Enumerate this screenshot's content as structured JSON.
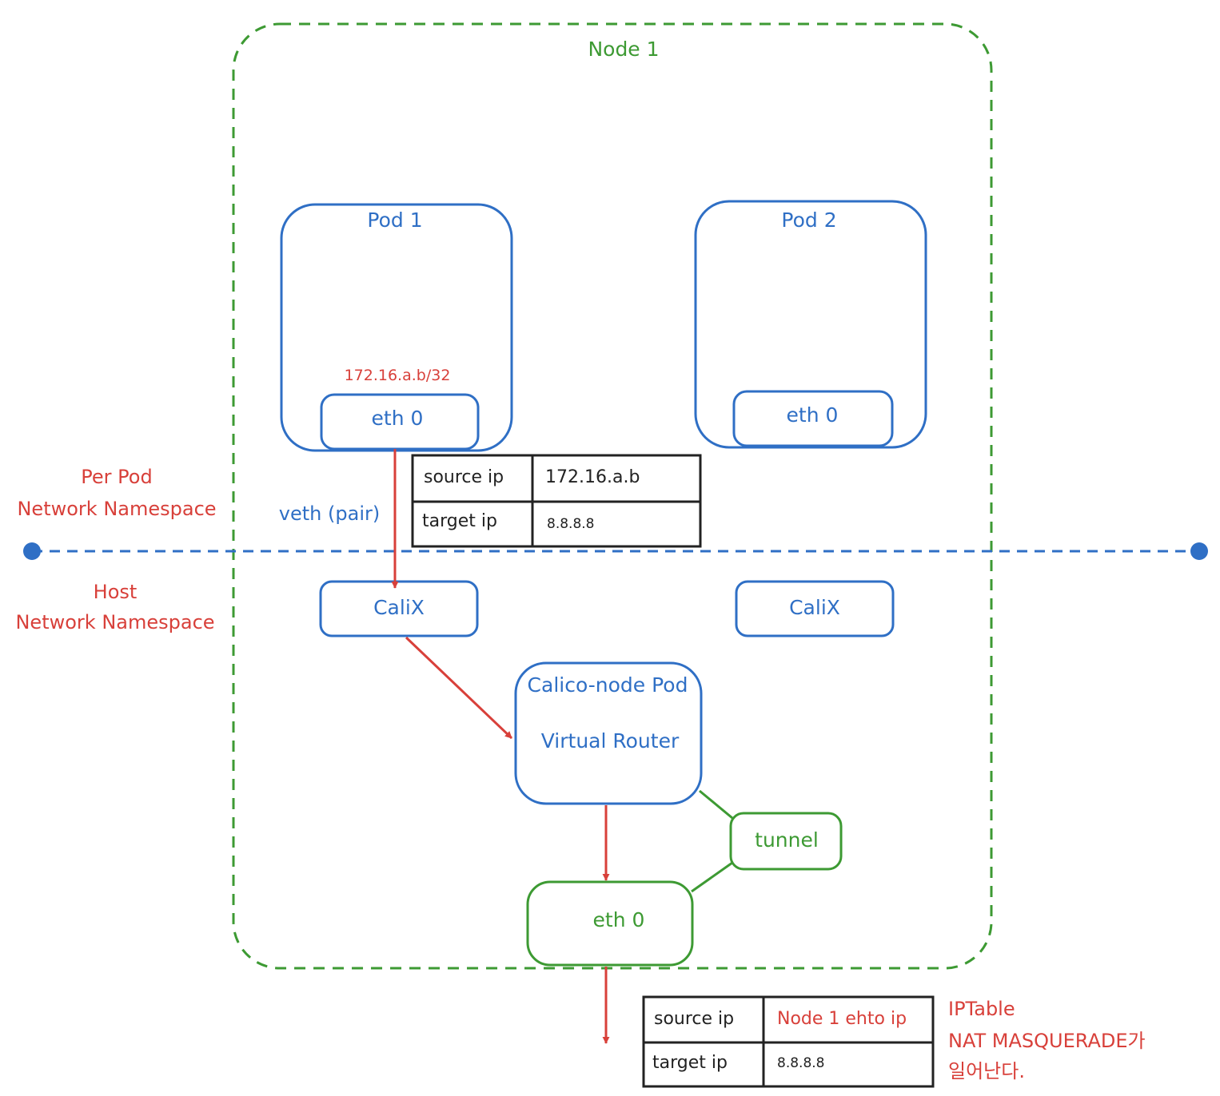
{
  "diagram": {
    "node_label": "Node 1",
    "pod1": {
      "label": "Pod 1",
      "ip_label": "172.16.a.b/32",
      "iface": "eth 0"
    },
    "pod2": {
      "label": "Pod 2",
      "iface": "eth 0"
    },
    "calix_left": "CaliX",
    "calix_right": "CaliX",
    "calico_node": {
      "line1": "Calico-node Pod",
      "line2": "Virtual Router"
    },
    "tunnel": "tunnel",
    "node_eth": "eth 0",
    "veth": "veth (pair)",
    "per_pod_ns": {
      "line1": "Per Pod",
      "line2": "Network Namespace"
    },
    "host_ns": {
      "line1": "Host",
      "line2": "Network Namespace"
    },
    "table1": {
      "rows": [
        {
          "key": "source ip",
          "value": "172.16.a.b"
        },
        {
          "key": "target ip",
          "value": "8.8.8.8"
        }
      ]
    },
    "table2": {
      "rows": [
        {
          "key": "source ip",
          "value": "Node 1 ehto ip"
        },
        {
          "key": "target ip",
          "value": "8.8.8.8"
        }
      ]
    },
    "iptable_note": {
      "line1": "IPTable",
      "line2": "NAT MASQUERADE가",
      "line3": "일어난다."
    }
  },
  "colors": {
    "blue": "#2f6fc5",
    "green": "#3d9a33",
    "red": "#d8403a",
    "black": "#222222"
  }
}
